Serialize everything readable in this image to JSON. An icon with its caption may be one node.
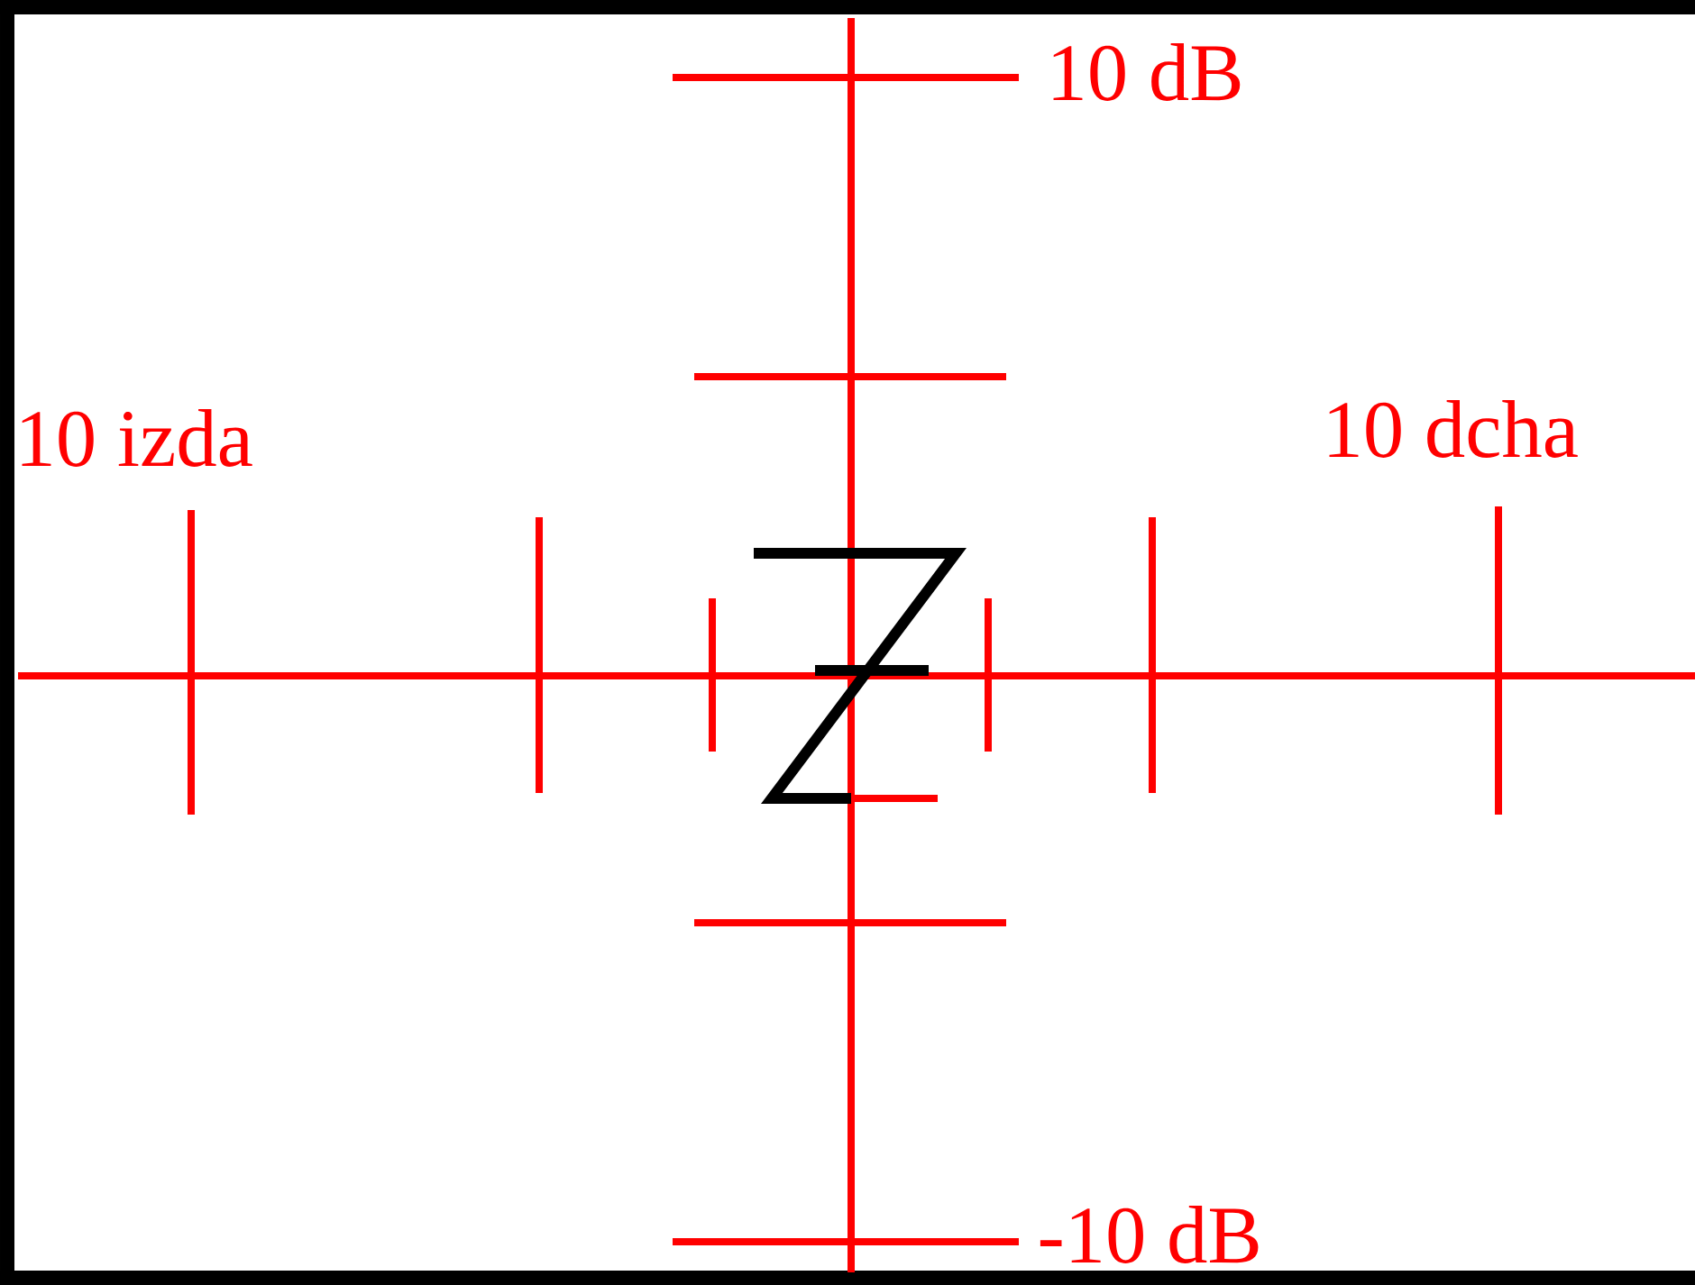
{
  "diagram": {
    "labels": [
      "10 dB",
      "10 izda",
      "10 dcha",
      "-10 dB"
    ]
  }
}
